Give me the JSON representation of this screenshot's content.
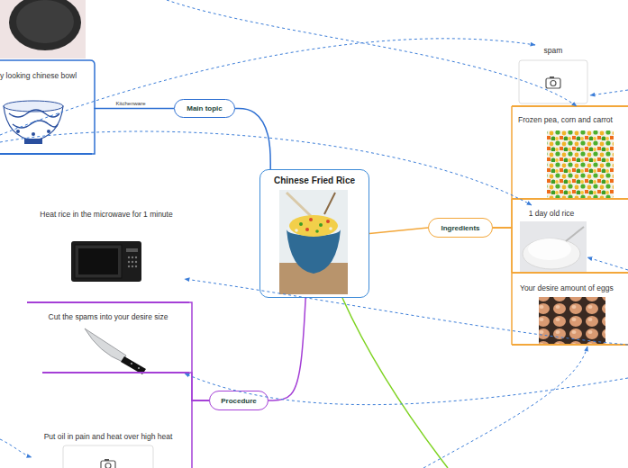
{
  "diagram": {
    "nodes": [
      {
        "text": [
          "Chinese Fried Rice"
        ]
      },
      {
        "text": [
          "Main topic"
        ]
      },
      {
        "text": [
          "y looking chinese bowl"
        ]
      },
      {
        "text": [
          "Ingredients"
        ]
      },
      {
        "text": [
          "spam"
        ]
      },
      {
        "text": [
          "Frozen pea, corn and carrot"
        ]
      },
      {
        "text": [
          "1 day old rice"
        ]
      },
      {
        "text": [
          "Your desire amount of eggs"
        ]
      },
      {
        "text": [
          "Procedure"
        ]
      },
      {
        "text": [
          "Heat rice in the microwave for 1 minute"
        ]
      },
      {
        "text": [
          "Cut the spams into your desire size"
        ]
      },
      {
        "text": [
          "Put oil in pain and heat over high heat"
        ]
      }
    ],
    "edges": [
      {
        "from": 0,
        "to": 1,
        "arrow": "none"
      },
      {
        "from": 0,
        "to": 3,
        "arrow": "none"
      },
      {
        "from": 0,
        "to": 8,
        "arrow": "none"
      },
      {
        "from": 1,
        "to": 2,
        "label": "Kitchenware",
        "arrow": "none"
      },
      {
        "from": 3,
        "to": 4,
        "arrow": "none"
      },
      {
        "from": 3,
        "to": 5,
        "arrow": "none"
      },
      {
        "from": 3,
        "to": 6,
        "arrow": "none"
      },
      {
        "from": 3,
        "to": 7,
        "arrow": "none"
      },
      {
        "from": 8,
        "to": 9,
        "arrow": "none"
      },
      {
        "from": 8,
        "to": 10,
        "arrow": "none"
      },
      {
        "from": 8,
        "to": 11,
        "arrow": "none"
      }
    ]
  }
}
